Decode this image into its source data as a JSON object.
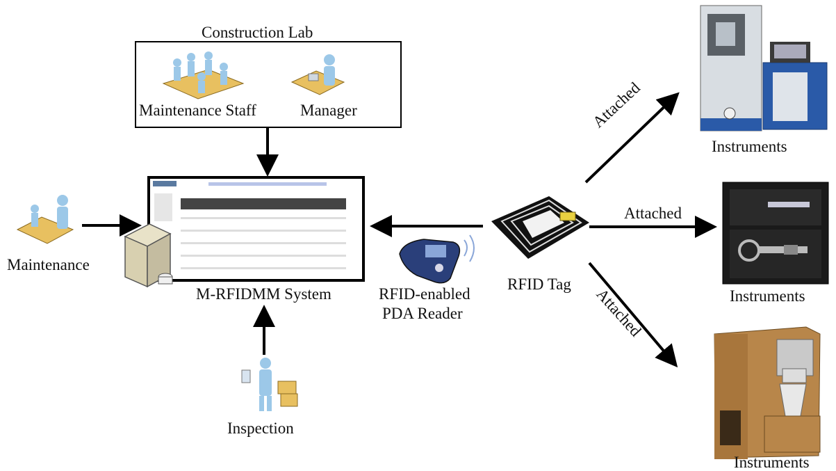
{
  "lab": {
    "title": "Construction Lab",
    "staff_label": "Maintenance Staff",
    "manager_label": "Manager"
  },
  "system": {
    "label": "M-RFIDMM System"
  },
  "actors": {
    "maintenance": "Maintenance",
    "inspection": "Inspection"
  },
  "reader": {
    "line1": "RFID-enabled",
    "line2": "PDA Reader"
  },
  "tag": {
    "label": "RFID Tag"
  },
  "links": {
    "top": "Attached",
    "middle": "Attached",
    "bottom": "Attached"
  },
  "instruments": {
    "top": "Instruments",
    "middle": "Instruments",
    "bottom": "Instruments"
  },
  "colors": {
    "arrow": "#000000",
    "person": "#9cc8e8",
    "desk": "#e8c060",
    "instrument_brown": "#b8864a",
    "instrument_blue": "#2a5aa8"
  }
}
